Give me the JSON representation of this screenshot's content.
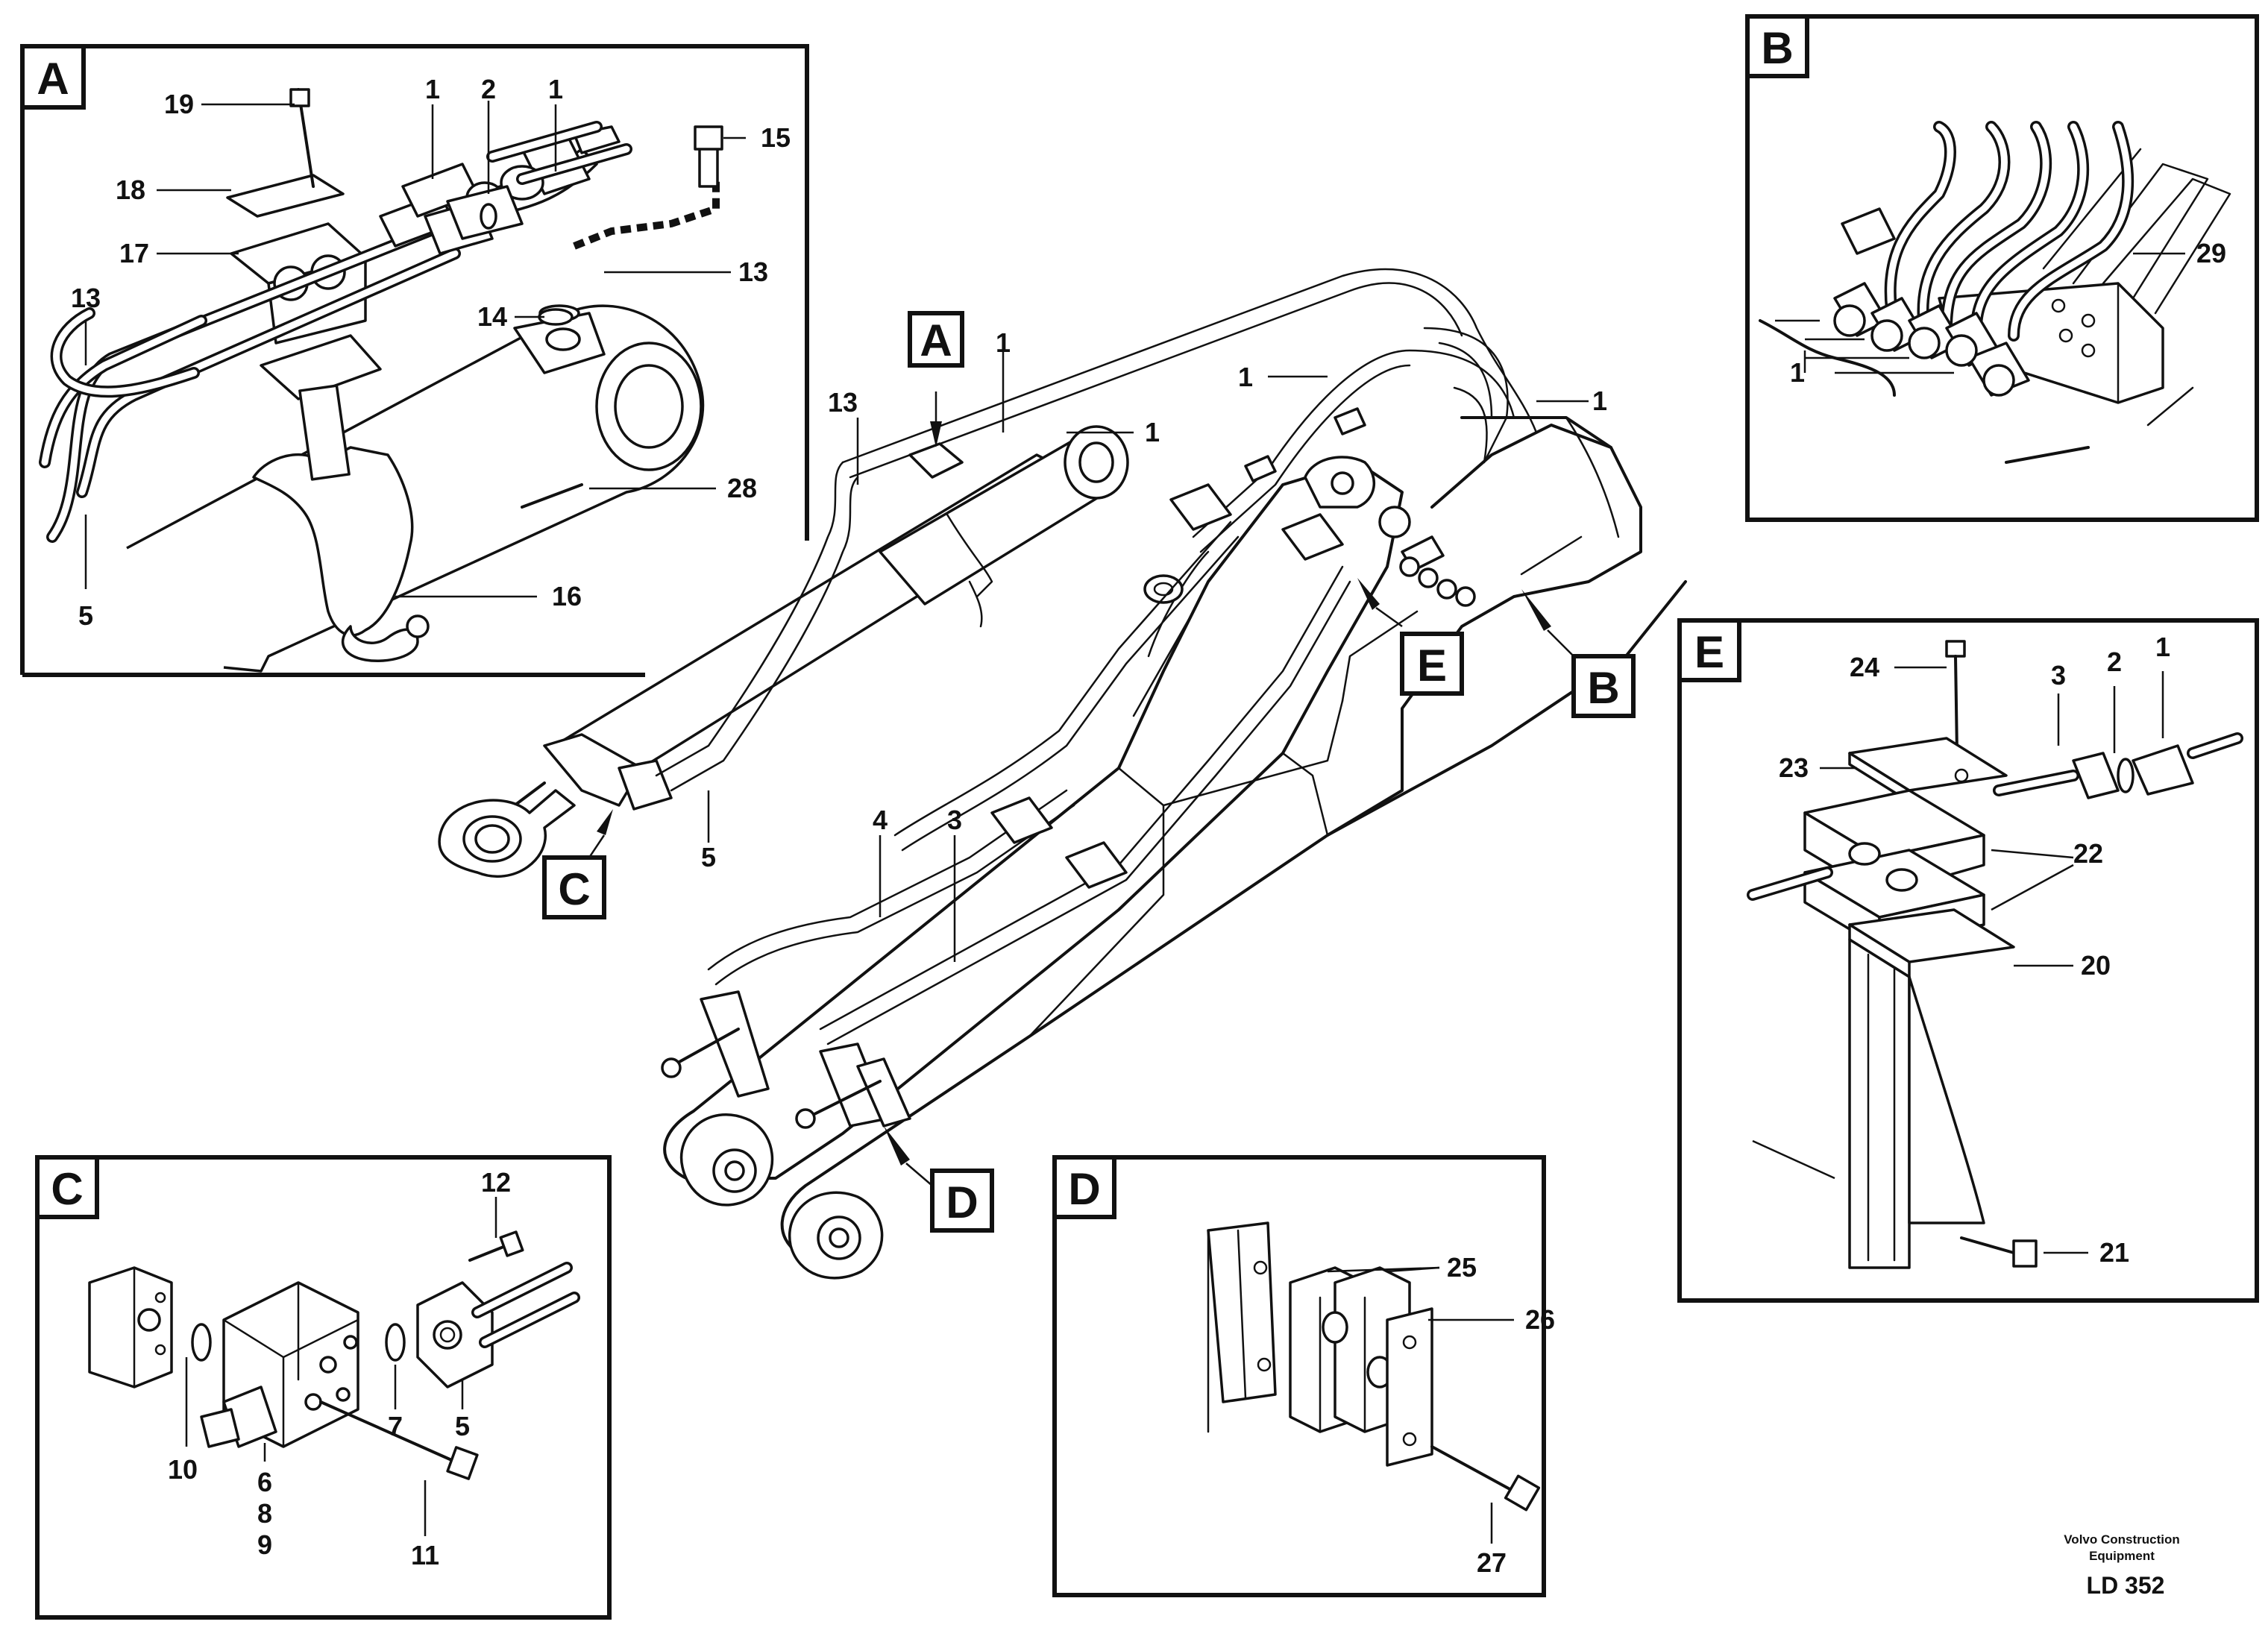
{
  "sections": {
    "A": "A",
    "B": "B",
    "C": "C",
    "D": "D",
    "E": "E"
  },
  "callouts": {
    "A": "A",
    "B": "B",
    "C": "C",
    "D": "D",
    "E": "E"
  },
  "labels": {
    "n1": "1",
    "n2": "2",
    "n3": "3",
    "n4": "4",
    "n5": "5",
    "n6": "6",
    "n7": "7",
    "n8": "8",
    "n9": "9",
    "n10": "10",
    "n11": "11",
    "n12": "12",
    "n13": "13",
    "n14": "14",
    "n15": "15",
    "n16": "16",
    "n17": "17",
    "n18": "18",
    "n19": "19",
    "n20": "20",
    "n21": "21",
    "n22": "22",
    "n23": "23",
    "n24": "24",
    "n25": "25",
    "n26": "26",
    "n27": "27",
    "n28": "28",
    "n29": "29"
  },
  "footer": {
    "company_line1": "Volvo Construction",
    "company_line2": "Equipment",
    "code": "LD 352"
  }
}
